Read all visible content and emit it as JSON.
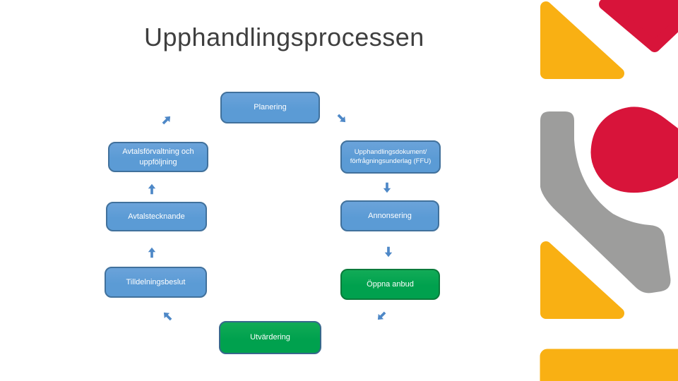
{
  "slide": {
    "title": "Upphandlingsprocessen"
  },
  "colors": {
    "blue": "#5b9bd5",
    "blue-dark": "#41719c",
    "green": "#00a14e",
    "green-dark": "#0b7a3b",
    "steel": "#38688c",
    "arrow": "#4e88c7",
    "yellow": "#f9b013",
    "red": "#d8143a",
    "gray": "#9d9d9c",
    "title-text": "#3f3f3f",
    "node-text": "#ffffff"
  },
  "process": {
    "nodes": [
      {
        "id": "planering",
        "label": "Planering",
        "color": "blue"
      },
      {
        "id": "upphandlingsdokument",
        "label": "Upphandlingsdokument/ förfrågningsunderlag (FFU)",
        "color": "blue"
      },
      {
        "id": "annonsering",
        "label": "Annonsering",
        "color": "blue"
      },
      {
        "id": "oppna-anbud",
        "label": "Öppna anbud",
        "color": "green"
      },
      {
        "id": "utvardering",
        "label": "Utvärdering",
        "color": "green"
      },
      {
        "id": "tilldelningsbeslut",
        "label": "Tilldelningsbeslut",
        "color": "blue"
      },
      {
        "id": "avtalstecknande",
        "label": "Avtalstecknande",
        "color": "blue"
      },
      {
        "id": "avtalsforvaltning",
        "label": "Avtalsförvaltning och uppföljning",
        "color": "blue"
      }
    ],
    "arrows": [
      {
        "name": "arrow-avtalsforvaltning-to-planering",
        "direction": "up-right"
      },
      {
        "name": "arrow-planering-to-upphandlingsdokument",
        "direction": "down-right"
      },
      {
        "name": "arrow-upphandlingsdokument-to-annonsering",
        "direction": "down"
      },
      {
        "name": "arrow-annonsering-to-oppna-anbud",
        "direction": "down"
      },
      {
        "name": "arrow-oppna-anbud-to-utvardering",
        "direction": "down-left"
      },
      {
        "name": "arrow-utvardering-to-tilldelningsbeslut",
        "direction": "up-left"
      },
      {
        "name": "arrow-tilldelningsbeslut-to-avtalstecknande",
        "direction": "up"
      },
      {
        "name": "arrow-avtalstecknande-to-avtalsforvaltning",
        "direction": "up"
      }
    ],
    "decoration_shapes": [
      "yellow-triangle-top",
      "red-triangle-top",
      "gray-swoosh",
      "red-blob",
      "yellow-triangle-bottom",
      "yellow-bar-bottom"
    ]
  }
}
